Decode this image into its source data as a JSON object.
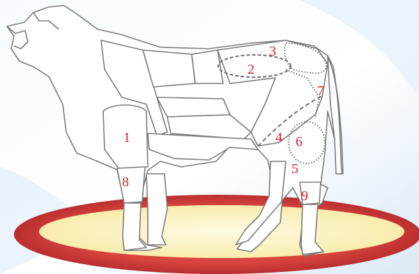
{
  "colors": {
    "label": "#e0202a",
    "outline": "#7a7a7a",
    "body_fill": "#ffffff",
    "background_light": "#f3f8fd",
    "background_blue": "#c9def2",
    "platform_rim": "#c0282a",
    "platform_inner": "#fdf6c8"
  },
  "cut_labels": [
    {
      "id": "1",
      "text": "1"
    },
    {
      "id": "2",
      "text": "2"
    },
    {
      "id": "3",
      "text": "3"
    },
    {
      "id": "4",
      "text": "4"
    },
    {
      "id": "5",
      "text": "5"
    },
    {
      "id": "6",
      "text": "6"
    },
    {
      "id": "7",
      "text": "7"
    },
    {
      "id": "8",
      "text": "8"
    },
    {
      "id": "9",
      "text": "9"
    }
  ]
}
